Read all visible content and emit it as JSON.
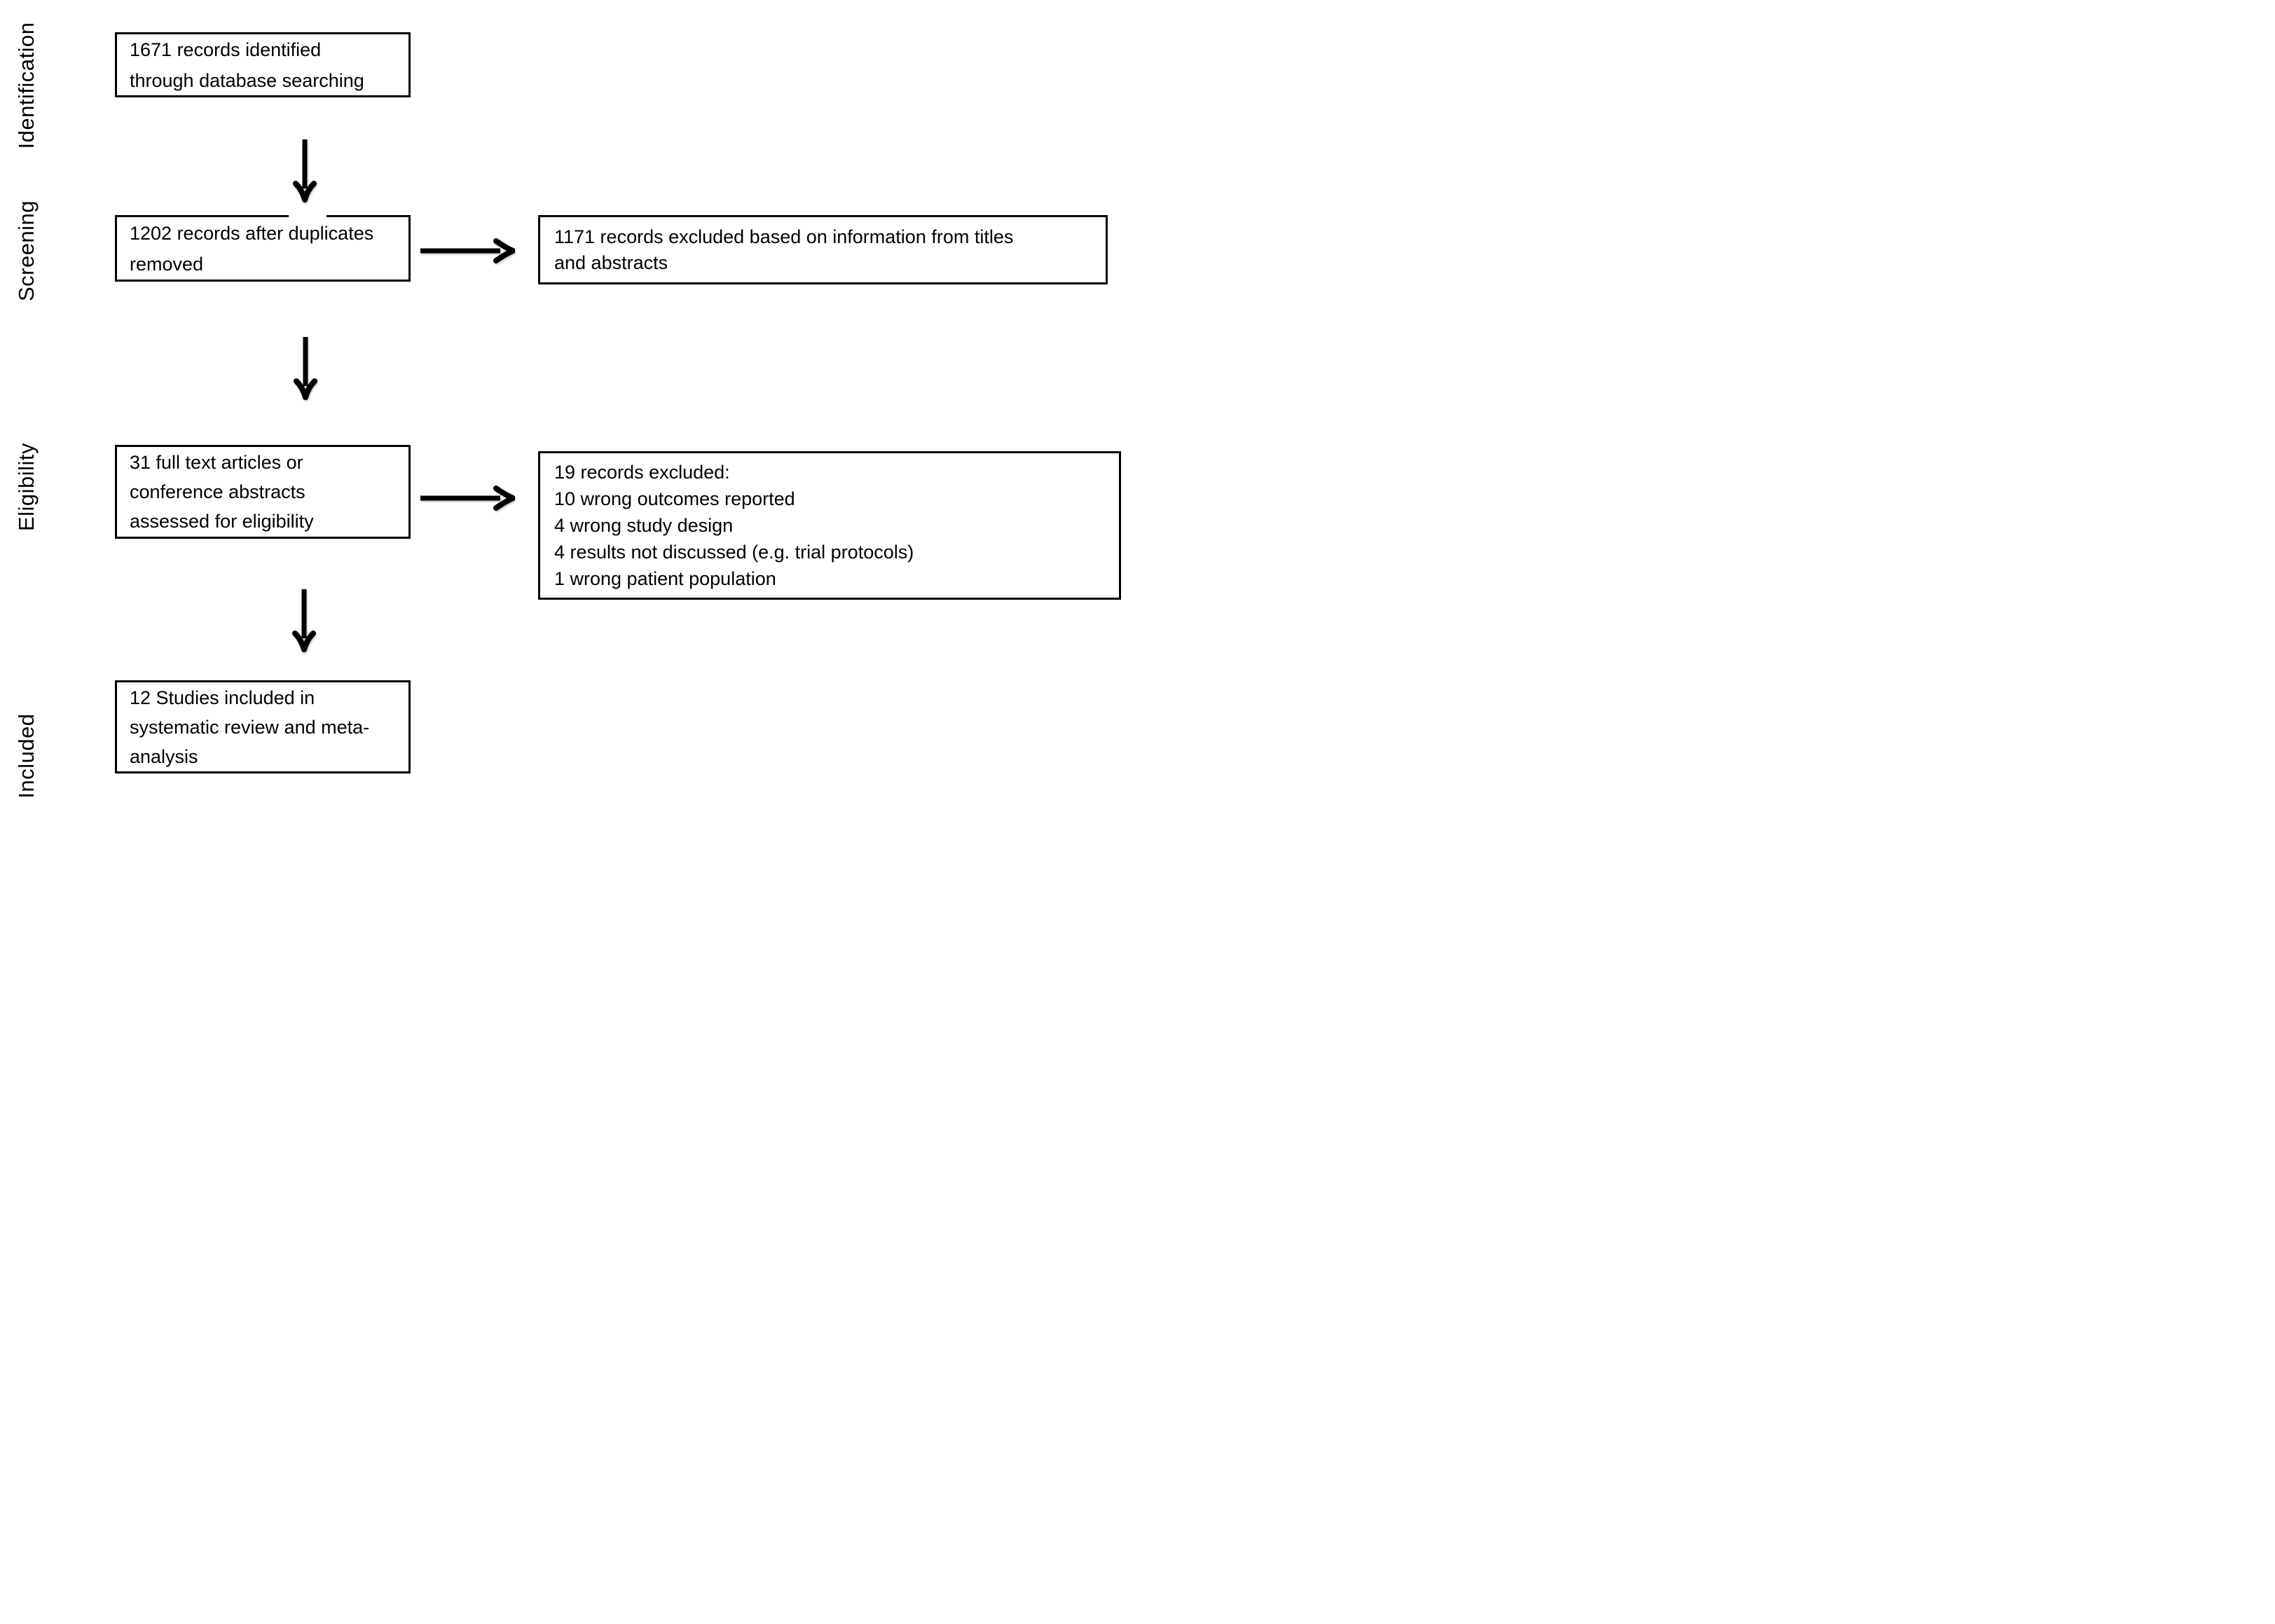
{
  "diagram": {
    "type": "prisma-flow-diagram",
    "background_color": "#ffffff",
    "line_color": "#000000",
    "text_color": "#000000"
  },
  "stage_labels": [
    {
      "label": "Identification"
    },
    {
      "label": "Screening"
    },
    {
      "label": "Eligibility"
    },
    {
      "label": "Included"
    }
  ],
  "flow": {
    "box1": {
      "lines": [
        "1671 records identified",
        "through database searching"
      ]
    },
    "box2": {
      "lines": [
        "1202 records after duplicates",
        "removed"
      ]
    },
    "box3": {
      "lines": [
        "1171 records excluded based on information from titles",
        "and abstracts"
      ]
    },
    "box4": {
      "lines": [
        "31 full text articles or",
        "conference abstracts",
        "assessed for eligibility"
      ]
    },
    "box5": {
      "lines": [
        "19 records excluded:",
        "10 wrong outcomes reported",
        "4 wrong study design",
        "4 results not discussed (e.g. trial protocols)",
        "1 wrong patient population"
      ]
    },
    "box6": {
      "lines": [
        "12 Studies included in",
        "systematic review and meta-",
        "analysis"
      ]
    }
  },
  "counts": {
    "records_identified": 1671,
    "records_after_duplicates_removed": 1202,
    "records_excluded_titles_abstracts": 1171,
    "full_text_assessed": 31,
    "records_excluded_full_text": 19,
    "wrong_outcomes_reported": 10,
    "wrong_study_design": 4,
    "results_not_discussed": 4,
    "wrong_patient_population": 1,
    "studies_included": 12
  }
}
